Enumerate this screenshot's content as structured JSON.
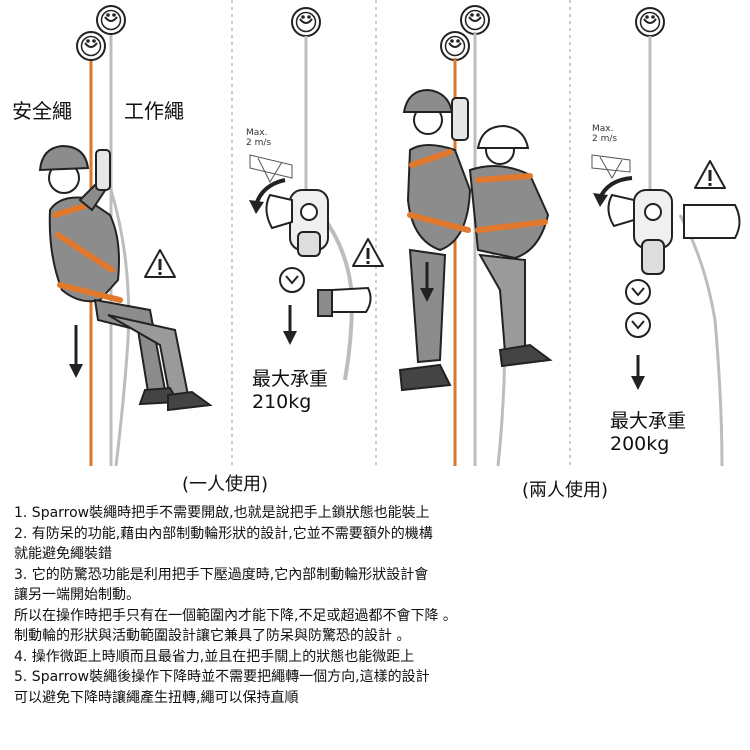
{
  "labels": {
    "safety_rope": "安全繩",
    "work_rope": "工作繩",
    "max_speed_left": "Max.\n2 m/s",
    "max_speed_right": "Max.\n2 m/s",
    "max_load_single_title": "最大承重",
    "max_load_single_value": "210kg",
    "max_load_double_title": "最大承重",
    "max_load_double_value": "200kg",
    "caption_single": "(一人使用)",
    "caption_double": "(兩人使用)"
  },
  "colors": {
    "orange_rope": "#d9772b",
    "harness": "#e0782e",
    "gray_rope": "#bdbdbd",
    "outline": "#222222",
    "clothing": "#8c8c8c"
  },
  "notes": [
    "1.  Sparrow裝繩時把手不需要開啟,也就是說把手上鎖狀態也能裝上",
    "2.  有防呆的功能,藉由內部制動輪形狀的設計,它並不需要額外的機構",
    "       就能避免繩裝錯",
    "3.  它的防驚恐功能是利用把手下壓過度時,它內部制動輪形狀設計會",
    "       讓另一端開始制動。",
    "     所以在操作時把手只有在一個範圍內才能下降,不足或超過都不會下降 。",
    "     制動輪的形狀與活動範圍設計讓它兼具了防呆與防驚恐的設計 。",
    "4. 操作微距上時順而且最省力,並且在把手關上的狀態也能微距上",
    "5. Sparrow裝繩後操作下降時並不需要把繩轉一個方向,這樣的設計",
    "     可以避免下降時讓繩產生扭轉,繩可以保持直順"
  ]
}
